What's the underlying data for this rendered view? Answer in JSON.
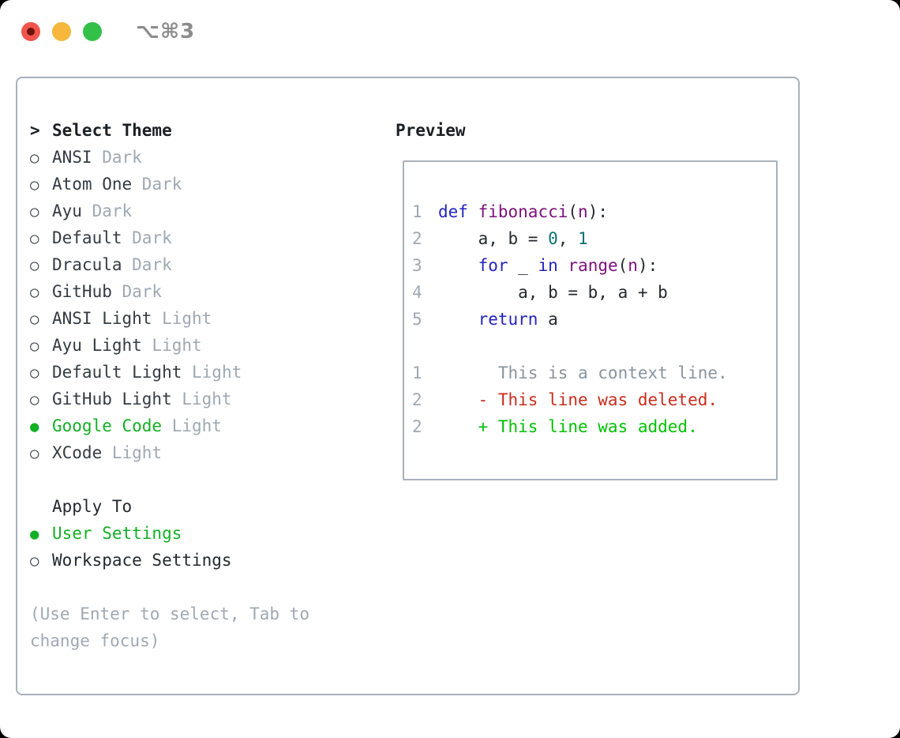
{
  "window": {
    "title": "⌥⌘3"
  },
  "colors": {
    "selection_green": "#12b024",
    "added_green": "#00c104",
    "deleted_red": "#c92d1c",
    "keyword_blue": "#2323c1",
    "function_purple": "#7c117c",
    "number_teal": "#0b7171",
    "muted_gray": "#9fa8b2",
    "border_gray": "#a9b0ba",
    "traffic_red": "#f0544c",
    "traffic_yellow": "#f6b73c",
    "traffic_green": "#33c048"
  },
  "theme_panel": {
    "header": {
      "prompt": ">",
      "label": "Select Theme"
    },
    "items": [
      {
        "bullet": "○",
        "name": "ANSI",
        "variant": "Dark",
        "selected": false
      },
      {
        "bullet": "○",
        "name": "Atom One",
        "variant": "Dark",
        "selected": false
      },
      {
        "bullet": "○",
        "name": "Ayu",
        "variant": "Dark",
        "selected": false
      },
      {
        "bullet": "○",
        "name": "Default",
        "variant": "Dark",
        "selected": false
      },
      {
        "bullet": "○",
        "name": "Dracula",
        "variant": "Dark",
        "selected": false
      },
      {
        "bullet": "○",
        "name": "GitHub",
        "variant": "Dark",
        "selected": false
      },
      {
        "bullet": "○",
        "name": "ANSI Light",
        "variant": "Light",
        "selected": false
      },
      {
        "bullet": "○",
        "name": "Ayu Light",
        "variant": "Light",
        "selected": false
      },
      {
        "bullet": "○",
        "name": "Default Light",
        "variant": "Light",
        "selected": false
      },
      {
        "bullet": "○",
        "name": "GitHub Light",
        "variant": "Light",
        "selected": false
      },
      {
        "bullet": "●",
        "name": "Google Code",
        "variant": "Light",
        "selected": true
      },
      {
        "bullet": "○",
        "name": "XCode",
        "variant": "Light",
        "selected": false
      }
    ],
    "apply_to": {
      "label": "Apply To",
      "options": [
        {
          "bullet": "●",
          "label": "User Settings",
          "selected": true
        },
        {
          "bullet": "○",
          "label": "Workspace Settings",
          "selected": false
        }
      ]
    },
    "help": "(Use Enter to select, Tab to change focus)"
  },
  "preview": {
    "title": "Preview",
    "lines": [
      {
        "number": "1",
        "segments": [
          [
            "def",
            "kw"
          ],
          [
            " ",
            "plain"
          ],
          [
            "fibonacci",
            "fn"
          ],
          [
            "(",
            "plain"
          ],
          [
            "n",
            "fn"
          ],
          [
            "):",
            "plain"
          ]
        ]
      },
      {
        "number": "2",
        "segments": [
          [
            "    a, b = ",
            "plain"
          ],
          [
            "0",
            "num"
          ],
          [
            ", ",
            "plain"
          ],
          [
            "1",
            "num"
          ]
        ]
      },
      {
        "number": "3",
        "segments": [
          [
            "    ",
            "plain"
          ],
          [
            "for",
            "kw"
          ],
          [
            " _ ",
            "plain"
          ],
          [
            "in",
            "kw"
          ],
          [
            " ",
            "plain"
          ],
          [
            "range",
            "fn"
          ],
          [
            "(",
            "plain"
          ],
          [
            "n",
            "fn"
          ],
          [
            "):",
            "plain"
          ]
        ]
      },
      {
        "number": "4",
        "segments": [
          [
            "        a, b = b, a + b",
            "plain"
          ]
        ]
      },
      {
        "number": "5",
        "segments": [
          [
            "    ",
            "plain"
          ],
          [
            "return",
            "kw"
          ],
          [
            " a",
            "plain"
          ]
        ]
      },
      {
        "number": "",
        "segments": []
      },
      {
        "number": "1",
        "segments": [
          [
            "      This is a context line.",
            "ctx"
          ]
        ]
      },
      {
        "number": "2",
        "segments": [
          [
            "    - This line was deleted.",
            "del"
          ]
        ]
      },
      {
        "number": "2",
        "segments": [
          [
            "    + This line was added.",
            "add"
          ]
        ]
      }
    ]
  }
}
